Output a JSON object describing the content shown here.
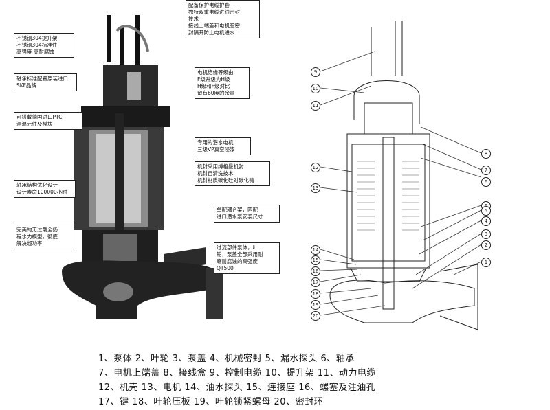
{
  "callouts_left": [
    {
      "id": "c1",
      "text": "不锈钢304提升架\n不锈钢304标准件\n高强度  高耐腐蚀"
    },
    {
      "id": "c2",
      "text": "轴承标准配置原装进口SKF品牌"
    },
    {
      "id": "c3",
      "text": "可搭载德国进口PTC\n测温元件及模块"
    },
    {
      "id": "c4",
      "text": "轴承结构优化设计\n设计寿命100000小时"
    },
    {
      "id": "c5",
      "text": "完美的无过载全扬\n程水力模型，彻底\n解决超功率"
    }
  ],
  "callouts_mid": [
    {
      "id": "m1",
      "text": "配备保护电缆护套\n独特双重电缆进线密封\n技术\n接线上端盖和电机腔密\n封隔开防止电机进水"
    },
    {
      "id": "m2",
      "text": "电机绝缘等级由\nF级升级为H级\nH级和F级对比\n留有60度的余量"
    },
    {
      "id": "m3",
      "text": "专用的潜水电机\n三级VP真空浸漆"
    },
    {
      "id": "m4",
      "text": "机封采用缚格曼机封\n机封自清洗技术\n机封材质碳化硅对碳化钨"
    },
    {
      "id": "m5",
      "text": "单配耦合架，匹配\n进口潜水泵安装尺寸"
    },
    {
      "id": "m6",
      "text": "过流部件泵体，叶\n轮，泵盖全部采用耐\n磨耐腐蚀的高强度\nQT500"
    }
  ],
  "part_numbers_left": [
    "9",
    "10",
    "11",
    "12",
    "13",
    "14",
    "15",
    "16",
    "17",
    "18",
    "19",
    "20"
  ],
  "part_numbers_right": [
    "8",
    "7",
    "6",
    "6",
    "5",
    "4",
    "3",
    "2",
    "1"
  ],
  "legend": [
    "1、泵体  2、叶轮  3、泵盖  4、机械密封  5、漏水探头  6、轴承",
    "7、电机上端盖  8、接线盒  9、控制电缆  10、提升架  11、动力电缆",
    "12、机壳  13、电机  14、油水探头  15、连接座  16、螺塞及注油孔",
    "17、键  18、叶轮压板  19、叶轮锁紧螺母  20、密封环"
  ]
}
